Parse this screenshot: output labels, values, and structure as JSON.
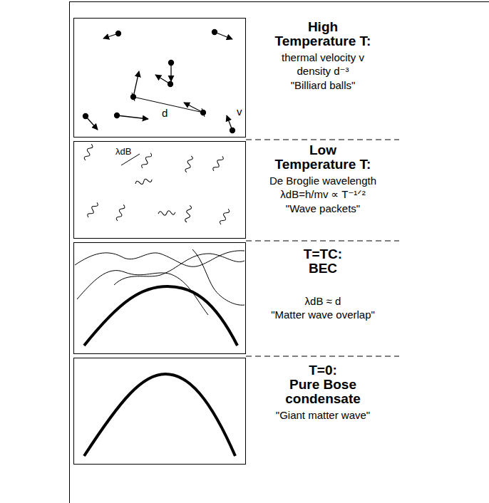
{
  "diagram": {
    "nodes": [
      {
        "text": [
          "High Temperature T:",
          "thermal velocity v",
          "density d⁻³",
          "\"Billiard balls\""
        ]
      },
      {
        "text": [
          "Low Temperature T:",
          "De Broglie wavelength",
          "λdB=h/mv ∝ T⁻¹ᐟ²",
          "\"Wave packets\""
        ]
      },
      {
        "text": [
          "T=TC:",
          "BEC",
          "λdB ≈ d",
          "\"Matter wave overlap\""
        ]
      },
      {
        "text": [
          "T=0:",
          "Pure Bose condensate",
          "\"Giant matter wave\""
        ]
      }
    ],
    "labels": [
      "d",
      "v",
      "λdB"
    ]
  }
}
